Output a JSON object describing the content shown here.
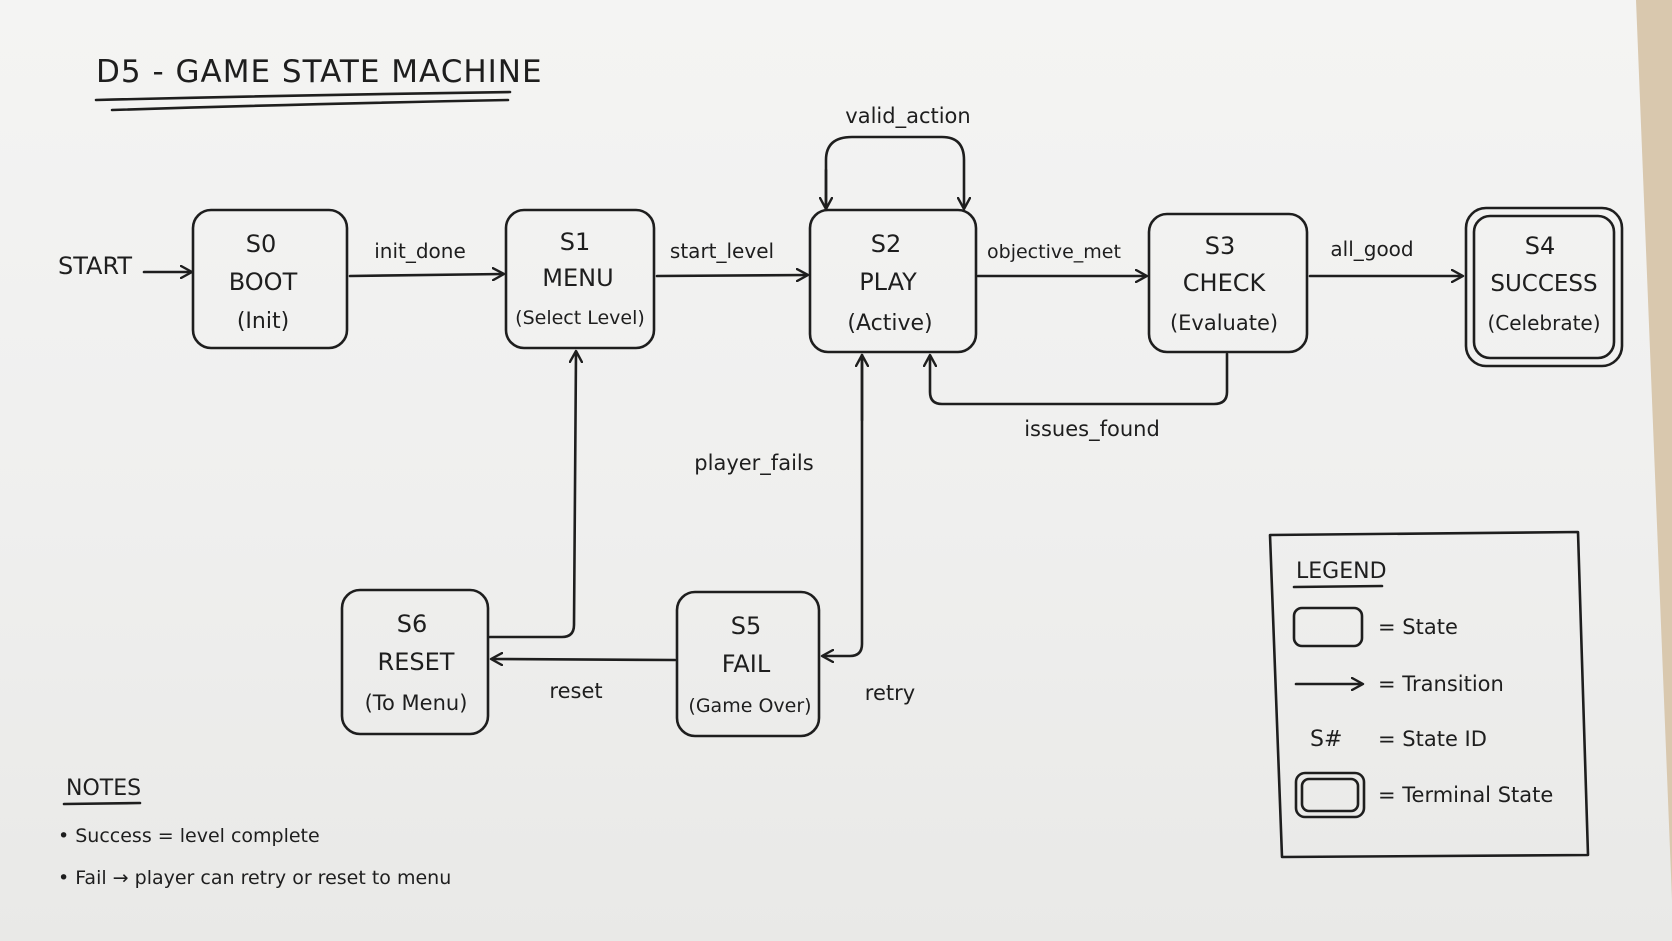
{
  "title": "D5 - GAME STATE MACHINE",
  "start_label": "START",
  "states": {
    "s0": {
      "id": "S0",
      "name": "BOOT",
      "desc": "(Init)"
    },
    "s1": {
      "id": "S1",
      "name": "MENU",
      "desc": "(Select Level)"
    },
    "s2": {
      "id": "S2",
      "name": "PLAY",
      "desc": "(Active)"
    },
    "s3": {
      "id": "S3",
      "name": "CHECK",
      "desc": "(Evaluate)"
    },
    "s4": {
      "id": "S4",
      "name": "SUCCESS",
      "desc": "(Celebrate)"
    },
    "s5": {
      "id": "S5",
      "name": "FAIL",
      "desc": "(Game Over)"
    },
    "s6": {
      "id": "S6",
      "name": "RESET",
      "desc": "(To Menu)"
    }
  },
  "transitions": {
    "init_done": "init_done",
    "start_level": "start_level",
    "valid_action": "valid_action",
    "objective_met": "objective_met",
    "all_good": "all_good",
    "issues_found": "issues_found",
    "player_fails": "player_fails",
    "retry": "retry",
    "reset": "reset"
  },
  "legend": {
    "title": "LEGEND",
    "state": "= State",
    "transition": "= Transition",
    "state_id_symbol": "S#",
    "state_id": "= State ID",
    "terminal": "= Terminal State"
  },
  "notes": {
    "title": "NOTES",
    "items": [
      "• Success = level complete",
      "• Fail → player can retry or reset to menu"
    ]
  }
}
